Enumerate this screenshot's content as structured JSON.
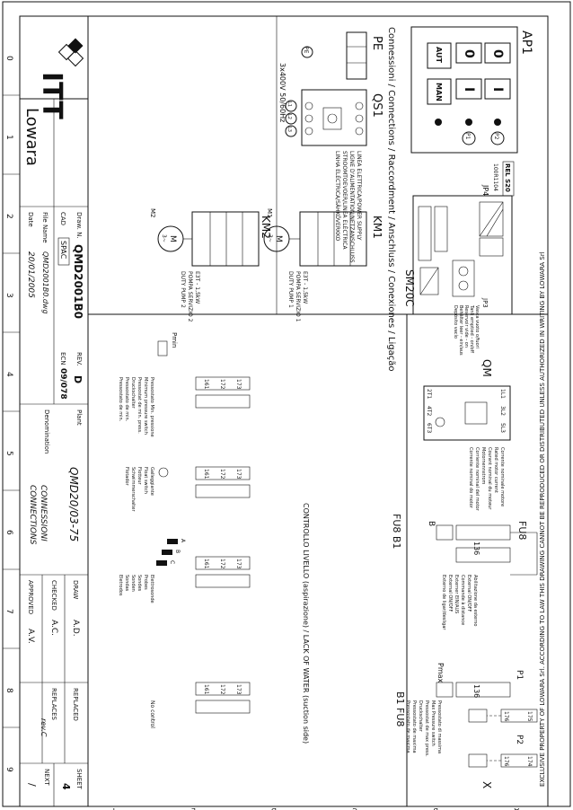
{
  "warning": "EXCLUSIVE PROPERTY OF LOWARA Srl. ACCORDING TO LAW THIS DRAWING CANNOT BE REPRODUCED OR DISTRIBUTED UNLESS AUTHORIZED IN WRITING BY LOWARA Srl",
  "grid": {
    "columns": [
      "0",
      "1",
      "2",
      "3",
      "4",
      "5",
      "6",
      "7",
      "8",
      "9"
    ],
    "rows": [
      "A",
      "B",
      "C",
      "D",
      "E",
      "F"
    ]
  },
  "sections": {
    "connections_title": "Connessioni / Connections / Raccordment / Anschluss / Conexiones / Ligação",
    "water_lack_title": "CONTROLLO LIVELLO (aspirazione) / LACK OF WATER (suction side)"
  },
  "ap1": {
    "label": "AP1",
    "aut": "AUT",
    "man": "MAN",
    "btn_off": "0",
    "btn_on": "I",
    "p1": "P1",
    "p2": "P2"
  },
  "sm20c": {
    "label": "SM20C",
    "jp4": "JP4",
    "jp3": "JP3",
    "relay_text": "REL S20",
    "relay_code": "100R1104",
    "jp3_lines": [
      "Vasca vuoto o/fuori",
      "Tank emptied - on/off",
      "Reservoir vide - on",
      "Behälter leer - ein/aus",
      "Depósito vacío"
    ]
  },
  "qm": {
    "label": "QM",
    "top_terminals": [
      "1L1",
      "3L2",
      "5L3"
    ],
    "bottom_terminals": [
      "2T1",
      "4T2",
      "6T3"
    ],
    "notes": [
      "Corrente nominale motore",
      "Rated motor current",
      "Courant nominal du moteur",
      "Motornennstrom",
      "Corriente nominal del motor",
      "Corrente nominal do motor"
    ]
  },
  "pe": {
    "label": "PE",
    "terminal": "PE"
  },
  "qs1": {
    "label": "QS1",
    "supply": "3x400V 50/60Hz",
    "phases": [
      "L1",
      "L2",
      "L3"
    ],
    "line_text": [
      "LINEA ELETTRICA/POWER SUPPLY",
      "LIGNE D'ALIMENTATION/NETZANSCHLUSS",
      "STROOMTOEVOER/LINEA ELÉCTRICA",
      "LINHA ELÉCTRICA/SÄHKÖVERKKO"
    ]
  },
  "km1": {
    "label": "KM1",
    "motor": "M1",
    "motor_symbol": "M",
    "motor_sub": "3~",
    "power": "E3T - 1,5kW",
    "pump_lines": [
      "POMPA SERVIZIO 1",
      "DUTY PUMP 1"
    ]
  },
  "km2": {
    "label": "KM2",
    "motor": "M2",
    "motor_symbol": "M",
    "motor_sub": "3~",
    "power": "E3T - 1,5kW",
    "pump_lines": [
      "POMPA SERVIZIO 2",
      "DUTY PUMP 2"
    ]
  },
  "fu8": {
    "label_top": "FU8",
    "label_b": "B",
    "fu8_b1": "FU8 B1",
    "b1_fu8": "B1 FU8",
    "terminal_136": "136",
    "ext_lines": [
      "Abilitazione da esterno",
      "External ON/OFF",
      "Commande à distance",
      "Externer EIN/AUS",
      "External ON/OFF",
      "Externo de ligar/desligar"
    ]
  },
  "pressure": {
    "p1": "P1",
    "p2": "P2",
    "pmax": "Pmax",
    "x_label": "X",
    "terminals_p1": [
      "175",
      "176"
    ],
    "terminals_p2": [
      "174",
      "176"
    ],
    "terminal_136": "136",
    "max_lines": [
      "Pressostato di massima",
      "Max Pressure switch",
      "Pressostat de max press.",
      "Druckschalter",
      "Pressostato de maxima",
      "Pressostato de maxima"
    ]
  },
  "level": {
    "pmin": "Pmin",
    "terminals": [
      "173",
      "172",
      "161"
    ],
    "min_lines": [
      "Pressostato Min. pressione",
      "Minimum pressure switch",
      "Pressostat de min. press.",
      "Druckschalter",
      "Pressostato de min.",
      "Pressostato de min."
    ],
    "float_lines": [
      "Galleggiante",
      "Float switch",
      "Flotteur",
      "Schwimmerschalter",
      "Flotador"
    ],
    "probe_labels": [
      "A",
      "B",
      "C"
    ],
    "probe_lines": [
      "Elettrosonde",
      "Probes",
      "Sondes",
      "Sonden",
      "Sondas",
      "Eletrodos"
    ],
    "no_control": "No control"
  },
  "title_block": {
    "company": "ITT",
    "brand": "Lowara",
    "draw_n_label": "Draw. N.",
    "draw_n": "QMD2001B0",
    "cad_label": "CAD",
    "cad": "SPAC",
    "rev_label": "REV.",
    "rev": "D",
    "ecn_label": "ECN",
    "ecn": "09/078",
    "file_label": "File Name",
    "file": "QMD2001B0.dwg",
    "date_label": "Date",
    "date": "20/01/2005",
    "plant_label": "Plant",
    "plant": "QMD20/03-75",
    "denom_label": "Denomination",
    "denom_lines": [
      "CONNESSIONI",
      "CONNECTIONS"
    ],
    "draw_label": "DRAW",
    "draw_by": "A.D.",
    "checked_label": "CHECKED",
    "checked_by": "A.C.",
    "approved_label": "APPROVED",
    "approved_by": "A.V.",
    "replaced_label": "REPLACED",
    "replaces_label": "REPLACES",
    "replaces": "rev.C",
    "sheet_label": "SHEET",
    "sheet": "4",
    "next_label": "NEXT",
    "next": "/"
  }
}
